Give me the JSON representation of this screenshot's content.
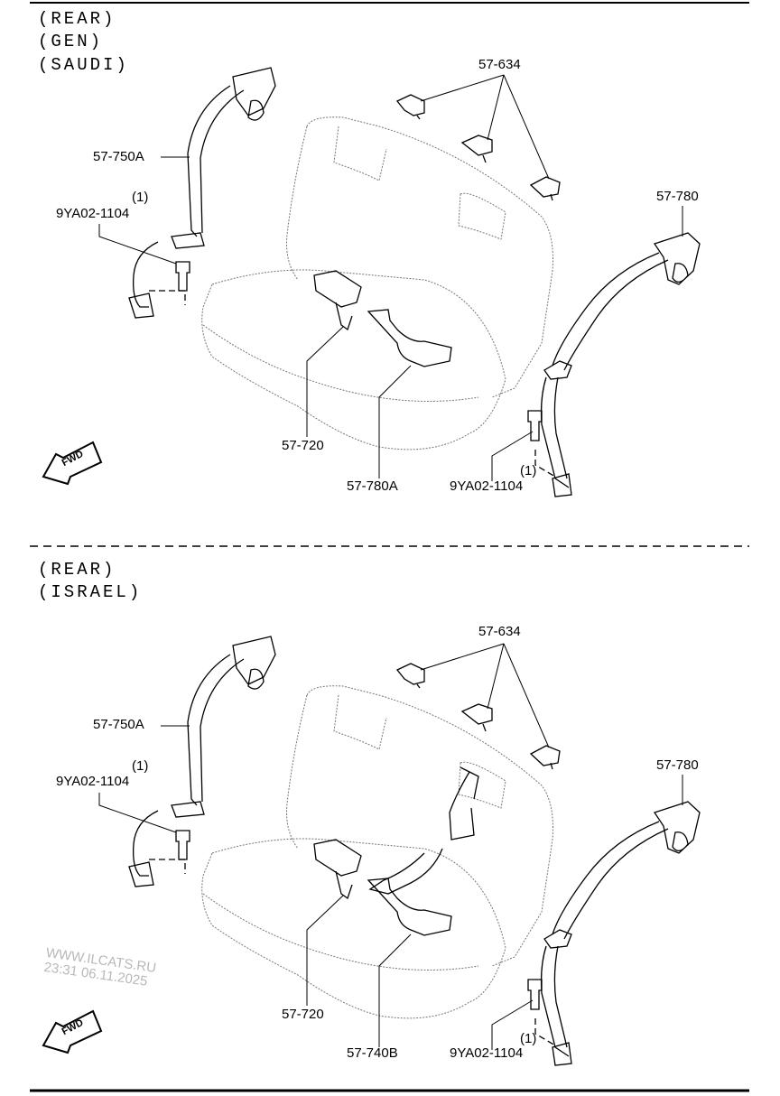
{
  "top_section": {
    "headings": [
      "(REAR)",
      "(GEN)",
      "(SAUDI)"
    ],
    "parts": {
      "clip": "57-634",
      "belt_left": "57-750A",
      "bolt_qty_left": "(1)",
      "bolt_left": "9YA02-1104",
      "belt_right": "57-780",
      "buckle_left": "57-720",
      "buckle_right": "57-780A",
      "bolt_qty_right": "(1)",
      "bolt_right": "9YA02-1104"
    },
    "direction_label": "FWD"
  },
  "bottom_section": {
    "headings": [
      "(REAR)",
      "(ISRAEL)"
    ],
    "parts": {
      "clip": "57-634",
      "belt_left": "57-750A",
      "bolt_qty_left": "(1)",
      "bolt_left": "9YA02-1104",
      "belt_right": "57-780",
      "buckle_left": "57-720",
      "buckle_right": "57-740B",
      "bolt_qty_right": "(1)",
      "bolt_right": "9YA02-1104"
    },
    "direction_label": "FWD"
  },
  "watermark": {
    "site": "WWW.ILCATS.RU",
    "timestamp": "23:31 06.11.2025"
  }
}
